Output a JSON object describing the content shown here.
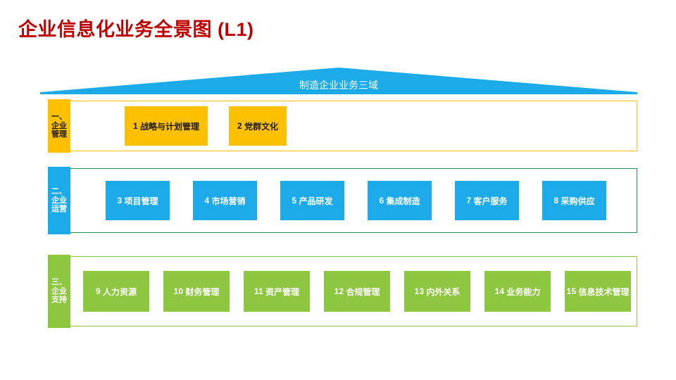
{
  "title": "企业信息化业务全景图 (L1)",
  "roof": {
    "label": "制造企业业务三域",
    "color": "#1CAAE8",
    "text_color": "#FFFFFF"
  },
  "colors": {
    "title": "#C00000",
    "amber": "#FFC000",
    "blue": "#1CAAE8",
    "green": "#8DC63F",
    "row2_border": "#1E9353"
  },
  "rows": [
    {
      "id": "management",
      "tab": {
        "lines": [
          "一、",
          "企业",
          "管理"
        ]
      },
      "accent": "#FFC000",
      "cards": [
        {
          "num": "1",
          "label": "战略与计划管理"
        },
        {
          "num": "2",
          "label": "党群文化"
        }
      ]
    },
    {
      "id": "operation",
      "tab": {
        "lines": [
          "二、",
          "企业",
          "运营"
        ]
      },
      "accent": "#1CAAE8",
      "cards": [
        {
          "num": "3",
          "label": "项目管理"
        },
        {
          "num": "4",
          "label": "市场营销"
        },
        {
          "num": "5",
          "label": "产品研发"
        },
        {
          "num": "6",
          "label": "集成制造"
        },
        {
          "num": "7",
          "label": "客户服务"
        },
        {
          "num": "8",
          "label": "采购供应"
        }
      ]
    },
    {
      "id": "support",
      "tab": {
        "lines": [
          "三、",
          "企业",
          "支持"
        ]
      },
      "accent": "#8DC63F",
      "cards": [
        {
          "num": "9",
          "label": "人力资源"
        },
        {
          "num": "10",
          "label": "财务管理"
        },
        {
          "num": "11",
          "label": "资产管理"
        },
        {
          "num": "12",
          "label": "合规管理"
        },
        {
          "num": "13",
          "label": "内外关系"
        },
        {
          "num": "14",
          "label": "业务能力"
        },
        {
          "num": "15",
          "label": "信息技术管理"
        }
      ]
    }
  ]
}
